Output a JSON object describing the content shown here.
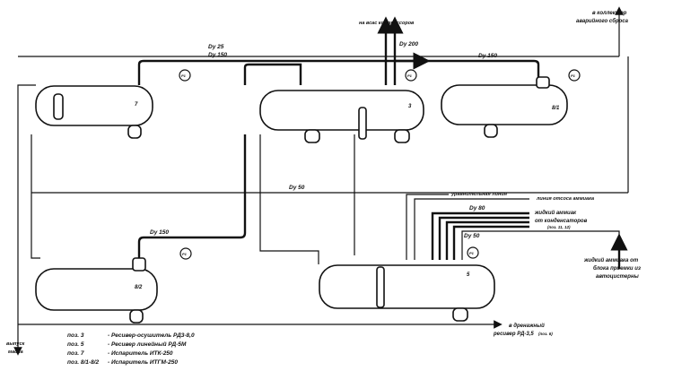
{
  "labels": {
    "suction": "на всас компрессоров",
    "emergency": [
      "в коллектор",
      "аварийного сброса"
    ],
    "equalizing_line": "уравнительная линия",
    "ammonia_suction": "линия отсоса аммиака",
    "liquid_ammonia": [
      "жидкий аммиак",
      "от конденсаторов",
      "(поз. 11, 12)"
    ],
    "from_tanker": [
      "жидкий аммиака от",
      "блока приемки из",
      "автоцистерны"
    ],
    "drain": "в дренажный",
    "drain2": "ресивер РД-3,5",
    "drain_pos": "(поз. 6)",
    "oil": [
      "выпуск",
      "масла"
    ]
  },
  "pipe_sizes": {
    "dy25": "Dy 25",
    "dy150a": "Dy 150",
    "dy150b": "Dy 150",
    "dy150c": "Dy 150",
    "dy200": "Dy 200",
    "dy50a": "Dy 50",
    "dy50b": "Dy 50",
    "dy80": "Dy 80"
  },
  "vessels": {
    "v7": "7",
    "v3": "3",
    "v81": "8/1",
    "v82": "8/2",
    "v5": "5"
  },
  "gauge": "P1",
  "legend": [
    {
      "pos": "поз. 3",
      "desc": "- Ресивер-осушитель РД3-8,0"
    },
    {
      "pos": "поз. 5",
      "desc": "- Ресивер линейный РД-5М"
    },
    {
      "pos": "поз. 7",
      "desc": "- Испаритель ИТК-250"
    },
    {
      "pos": "поз. 8/1-8/2",
      "desc": "- Испаритель ИТГМ-250"
    }
  ]
}
